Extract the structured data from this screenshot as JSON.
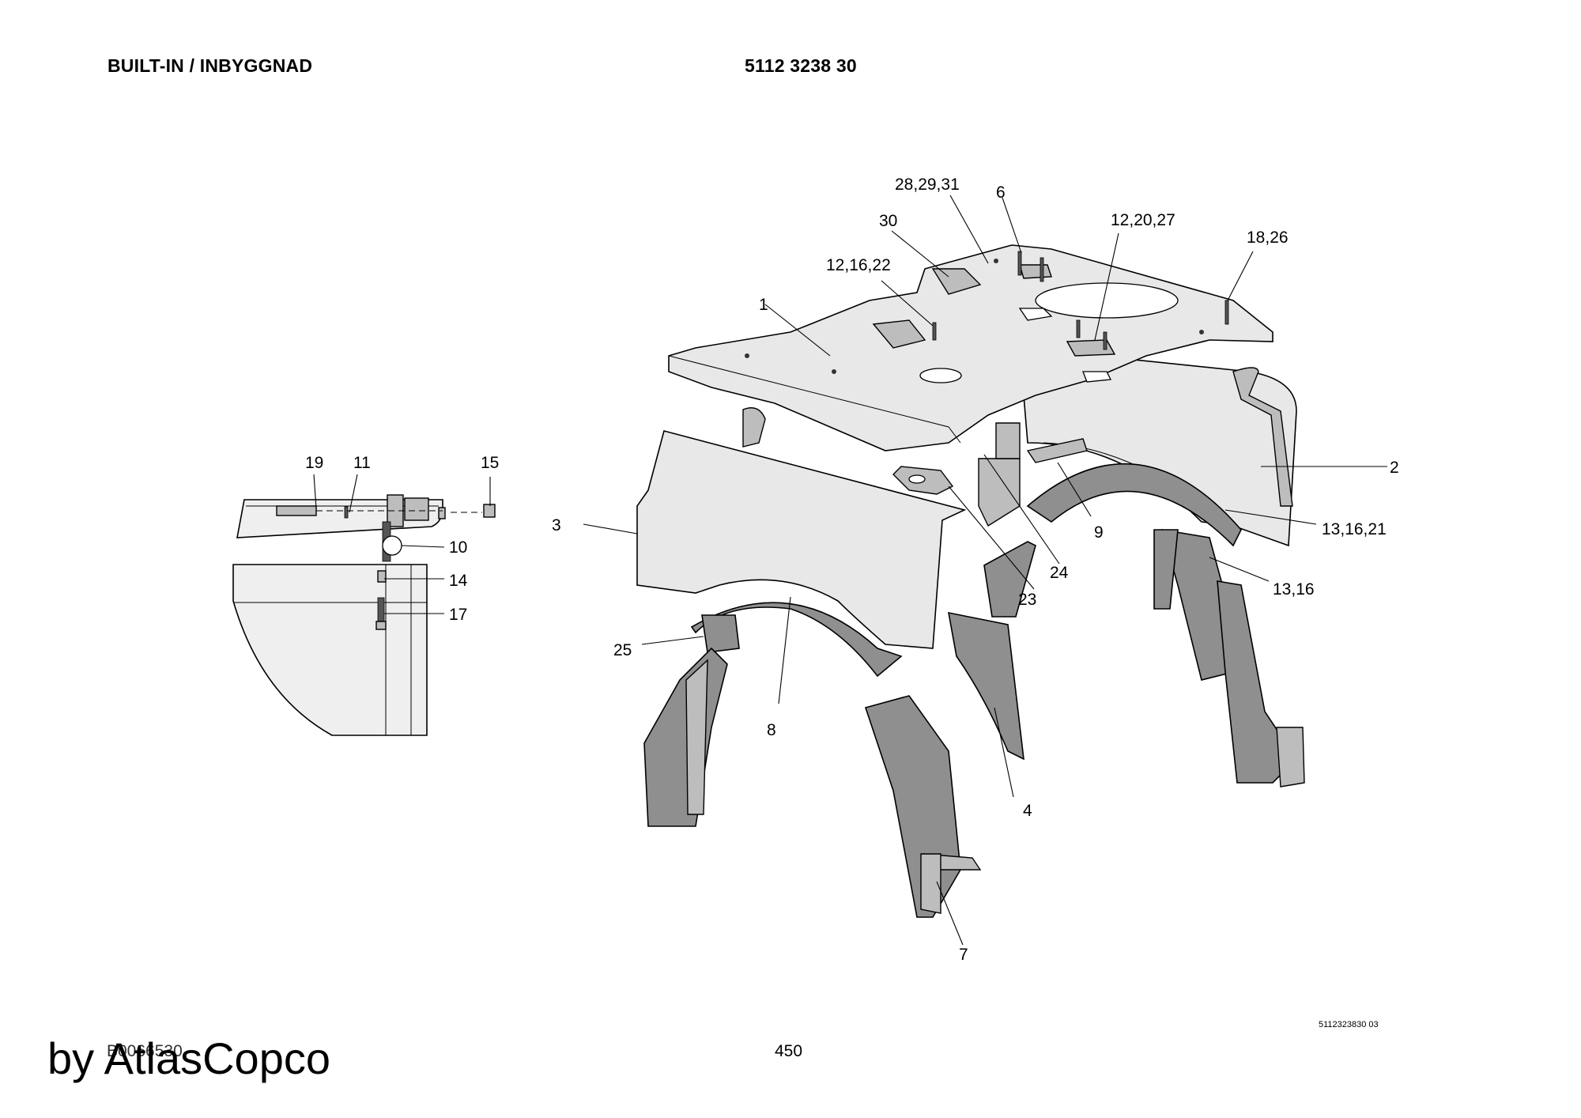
{
  "header": {
    "left_title": "BUILT-IN / INBYGGNAD",
    "right_title": "5112 3238 30"
  },
  "callouts": {
    "c1": "1",
    "c2": "2",
    "c3": "3",
    "c4": "4",
    "c6": "6",
    "c7": "7",
    "c8": "8",
    "c9": "9",
    "c10": "10",
    "c11": "11",
    "c14": "14",
    "c15": "15",
    "c17": "17",
    "c19": "19",
    "c23": "23",
    "c24": "24",
    "c25": "25",
    "c30": "30",
    "c12_16_22": "12,16,22",
    "c12_20_27": "12,20,27",
    "c13_16": "13,16",
    "c13_16_21": "13,16,21",
    "c18_26": "18,26",
    "c28_29_31": "28,29,31"
  },
  "footer": {
    "drawing_code": "5112323830 03",
    "page_number": "450",
    "ref_code": "B0066530",
    "watermark": "by AtlasCopco"
  }
}
